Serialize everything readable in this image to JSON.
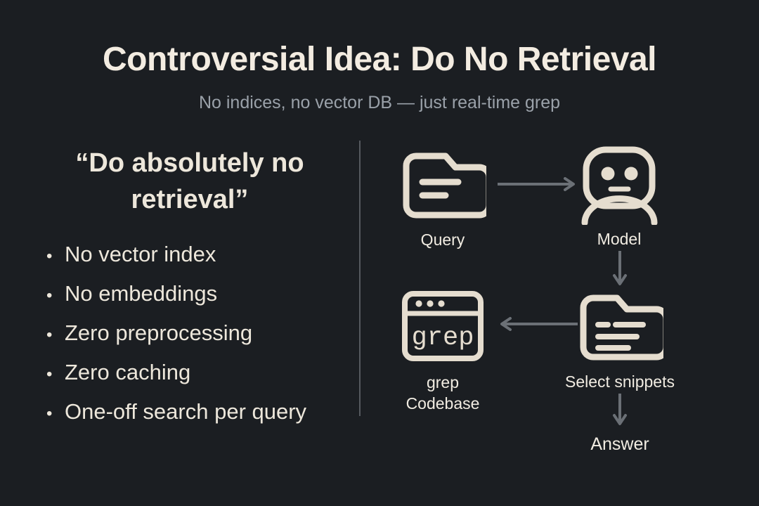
{
  "slide": {
    "title": "Controversial Idea: Do No Retrieval",
    "subtitle": "No indices, no vector DB — just real-time grep",
    "background_color": "#1b1e22",
    "text_color": "#ede7db",
    "muted_color": "#9aa1a9",
    "arrow_color": "#6b7076"
  },
  "left_panel": {
    "heading_line_1": "“Do absolutely no",
    "heading_line_2": "retrieval”",
    "bullet_glyph": "•",
    "bullets": [
      "No vector index",
      "No embeddings",
      "Zero preprocessing",
      "Zero caching",
      "One-off search per query"
    ]
  },
  "diagram": {
    "nodes": [
      {
        "id": "query",
        "icon": "folder-document-icon",
        "label": "Query"
      },
      {
        "id": "model",
        "icon": "robot-head-icon",
        "label": "Model"
      },
      {
        "id": "grep",
        "icon": "terminal-window-icon",
        "icon_text": "grep",
        "label_line_1": "grep",
        "label_line_2": "Codebase"
      },
      {
        "id": "snippets",
        "icon": "folder-lines-icon",
        "label": "Select snippets"
      },
      {
        "id": "answer",
        "icon": "none",
        "label": "Answer"
      }
    ],
    "arrows": [
      {
        "id": "query-to-model",
        "direction": "right"
      },
      {
        "id": "model-to-snippets",
        "direction": "down"
      },
      {
        "id": "snippets-to-grep",
        "direction": "left"
      },
      {
        "id": "snippets-to-answer",
        "direction": "down"
      }
    ]
  }
}
